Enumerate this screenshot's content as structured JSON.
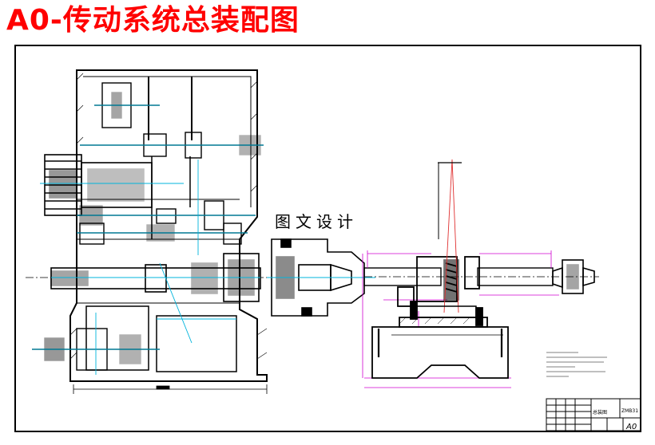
{
  "page": {
    "title": "A0-传动系统总装配图",
    "watermark": "图文设计"
  },
  "title_block": {
    "drawing_name": "总装图",
    "code": "ZMB31",
    "sheet_size": "A0"
  },
  "colors": {
    "title_red": "#ff0000",
    "line_black": "#000000",
    "center_red": "#e03030",
    "dim_magenta": "#d000d0",
    "detail_cyan": "#00b4dc"
  }
}
